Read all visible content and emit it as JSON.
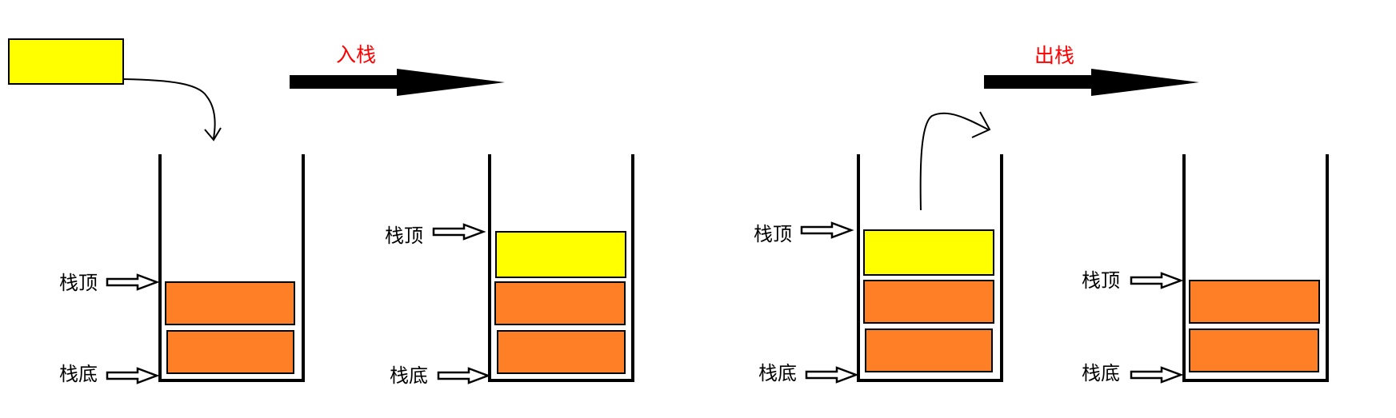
{
  "labels": {
    "top": "栈顶",
    "bottom": "栈底",
    "push": "入栈",
    "pop": "出栈"
  },
  "colors": {
    "new_block": "#ffff00",
    "stack_block": "#ff7f27",
    "operation_text": "#ff0000",
    "ink": "#000000"
  },
  "stacks": [
    {
      "id": "before-push",
      "blocks": [
        "orange",
        "orange"
      ]
    },
    {
      "id": "after-push",
      "blocks": [
        "orange",
        "orange",
        "yellow"
      ]
    },
    {
      "id": "before-pop",
      "blocks": [
        "orange",
        "orange",
        "yellow"
      ]
    },
    {
      "id": "after-pop",
      "blocks": [
        "orange",
        "orange"
      ]
    }
  ]
}
